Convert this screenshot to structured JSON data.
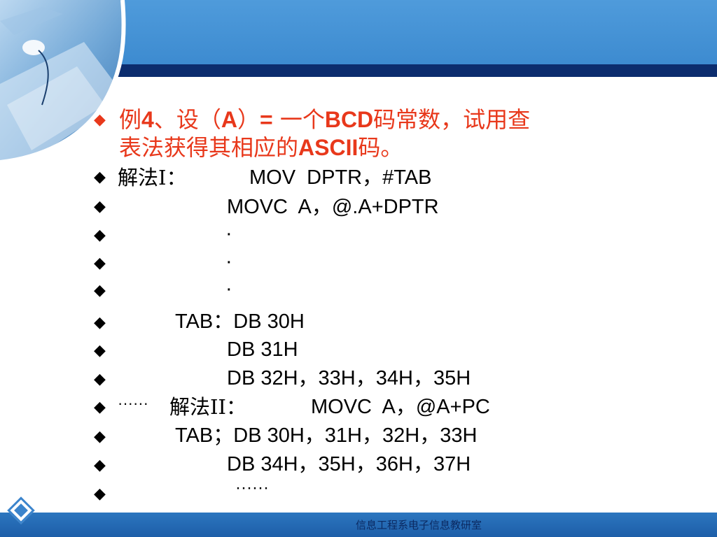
{
  "footer": {
    "text": "信息工程系电子信息教研室"
  },
  "title": {
    "p1": "例",
    "p2": "4",
    "p3": "、设（",
    "p4": "A",
    "p5": "）",
    "p6": "=",
    "p7": " 一个",
    "p8": "BCD",
    "p9": "码常数，试用查",
    "p10": "表法获得其相应的",
    "p11": "ASCII",
    "p12": "码。"
  },
  "lines": {
    "l1_label": "解法I：",
    "l1_code": "MOV  DPTR，#TAB",
    "l2_code": "MOVC  A，@.A+DPTR",
    "l3_code": "·",
    "l4_code": "·",
    "l5_code": "·",
    "l6_code": "TAB：DB 30H",
    "l7_code": "DB 31H",
    "l8_code": "DB 32H，33H，34H，35H",
    "l9_prefix": "······",
    "l9_label": "解法II：",
    "l9_code": "MOVC  A，@A+PC",
    "l10_code": "TAB；DB 30H，31H，32H，33H",
    "l11_code": "DB 34H，35H，36H，37H",
    "l12_code": "······"
  },
  "icons": {
    "bullet": "diamond-bullet-icon",
    "corner": "laptop-mouse-art",
    "footer": "diamond-logo-icon"
  },
  "colors": {
    "header": "#4f9bdb",
    "stripe": "#0c2d6e",
    "title": "#e8381b",
    "footer": "#1d5ea8"
  }
}
